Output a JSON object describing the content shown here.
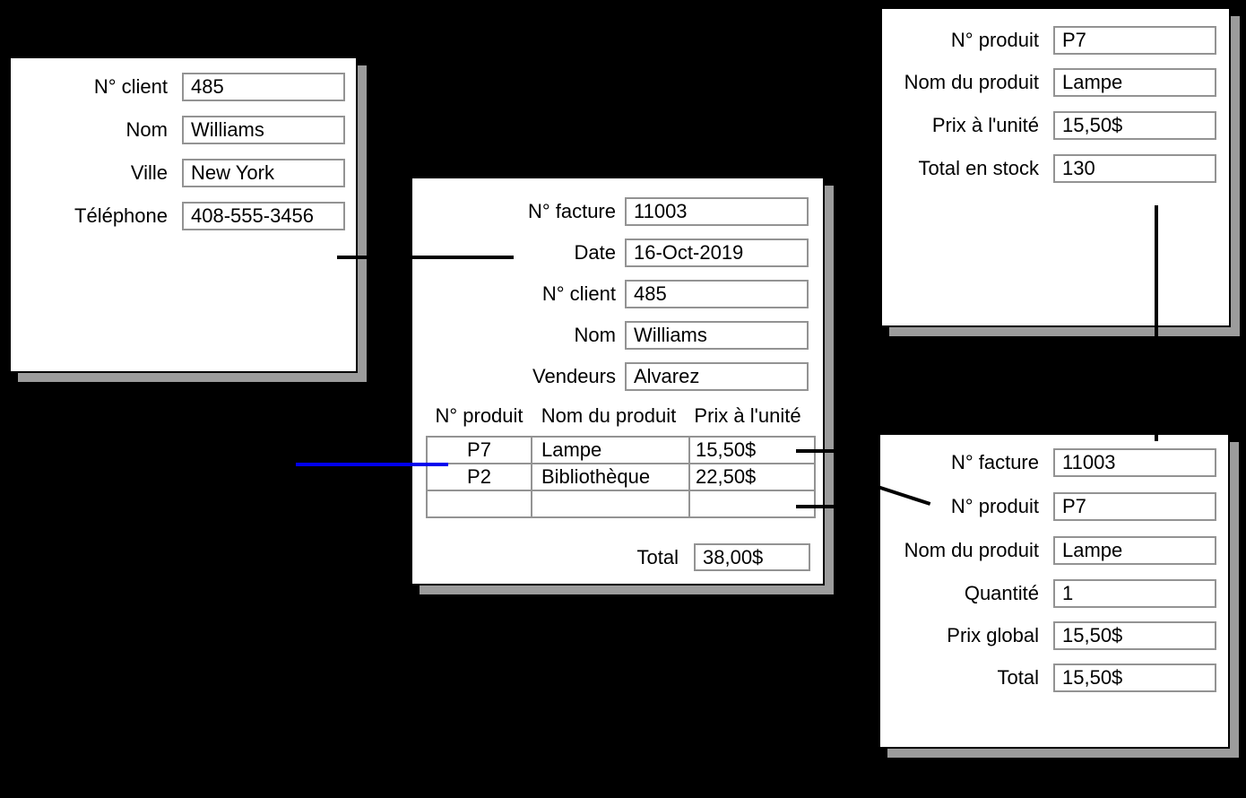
{
  "colors": {
    "background": "#000000",
    "panel": "#ffffff",
    "shadow": "#9c9c9c",
    "field_border": "#939393",
    "connector": "#000000",
    "highlight_line": "#0000ee"
  },
  "panels": {
    "client": {
      "fields": [
        {
          "label": "N° client",
          "value": "485"
        },
        {
          "label": "Nom",
          "value": "Williams"
        },
        {
          "label": "Ville",
          "value": "New York"
        },
        {
          "label": "Téléphone",
          "value": "408-555-3456"
        }
      ]
    },
    "facture": {
      "fields": [
        {
          "label": "N° facture",
          "value": "11003"
        },
        {
          "label": "Date",
          "value": "16-Oct-2019"
        },
        {
          "label": "N° client",
          "value": "485"
        },
        {
          "label": "Nom",
          "value": "Williams"
        },
        {
          "label": "Vendeurs",
          "value": "Alvarez"
        }
      ],
      "table": {
        "headers": [
          "N° produit",
          "Nom du produit",
          "Prix à l'unité"
        ],
        "rows": [
          [
            "P7",
            "Lampe",
            "15,50$"
          ],
          [
            "P2",
            "Bibliothèque",
            "22,50$"
          ],
          [
            "",
            "",
            ""
          ]
        ]
      },
      "total": {
        "label": "Total",
        "value": "38,00$"
      }
    },
    "produit": {
      "fields": [
        {
          "label": "N° produit",
          "value": "P7"
        },
        {
          "label": "Nom du produit",
          "value": "Lampe"
        },
        {
          "label": "Prix à l'unité",
          "value": "15,50$"
        },
        {
          "label": "Total en stock",
          "value": "130"
        }
      ]
    },
    "ligne": {
      "fields": [
        {
          "label": "N° facture",
          "value": "11003"
        },
        {
          "label": "N° produit",
          "value": "P7"
        },
        {
          "label": "Nom du produit",
          "value": "Lampe"
        },
        {
          "label": "Quantité",
          "value": "1"
        },
        {
          "label": "Prix global",
          "value": "15,50$"
        },
        {
          "label": "Total",
          "value": "15,50$"
        }
      ]
    }
  }
}
